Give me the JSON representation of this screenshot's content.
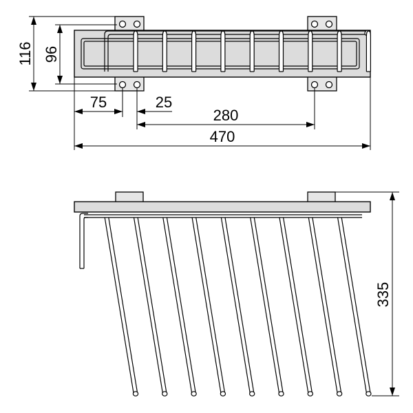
{
  "top_view": {
    "dims": {
      "height_outer": "116",
      "height_inner": "96",
      "offset_left": "75",
      "hole_spacing": "25",
      "bracket_spacing": "280",
      "total_width": "470"
    }
  },
  "side_view": {
    "dims": {
      "depth": "335"
    }
  },
  "colors": {
    "line": "#000000",
    "frame_fill": "#dcdcdc",
    "bracket_fill": "#e6e6e6",
    "rod_fill": "#ffffff"
  }
}
